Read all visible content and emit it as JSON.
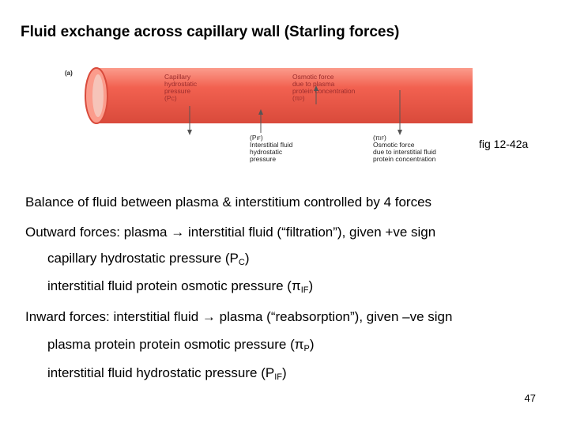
{
  "slide": {
    "title": "Fluid exchange across capillary wall (Starling forces)",
    "page_number": "47"
  },
  "figure": {
    "panel_label": "(a)",
    "caption": "fig 12-42a",
    "labels": {
      "pc": [
        "Capillary",
        "hydrostatic",
        "pressure",
        "(P",
        "C",
        ")"
      ],
      "pip": [
        "Osmotic force",
        "due to plasma",
        "protein concentration",
        "(π",
        "P",
        ")"
      ],
      "pif": [
        "(P",
        "IF",
        ")",
        "Interstitial fluid",
        "hydrostatic",
        "pressure"
      ],
      "piif": [
        "(π",
        "IF",
        ")",
        "Osmotic force",
        "due to interstitial fluid",
        "protein concentration"
      ]
    },
    "colors": {
      "vessel": "#f26150",
      "vessel_light": "#fb9c8c",
      "vessel_dark": "#d94a3b",
      "arrow": "#555555"
    }
  },
  "body": {
    "intro": "Balance of fluid between plasma & interstitium controlled by 4 forces",
    "outward": {
      "pre": "Outward forces: plasma ",
      "arrow": "→",
      "post": " interstitial fluid (“filtration”), given +ve sign"
    },
    "outward_items": [
      {
        "pre": "capillary hydrostatic pressure (P",
        "sub": "C",
        "post": ")"
      },
      {
        "pre": "interstitial fluid protein osmotic pressure (π",
        "sub": "IF",
        "post": ")"
      }
    ],
    "inward": {
      "pre": "Inward forces: interstitial fluid ",
      "arrow": "→",
      "post": " plasma (“reabsorption”), given –ve sign"
    },
    "inward_items": [
      {
        "pre": "plasma protein protein osmotic pressure (π",
        "sub": "P",
        "post": ")"
      },
      {
        "pre": "interstitial fluid hydrostatic pressure (P",
        "sub": "IF",
        "post": ")"
      }
    ]
  }
}
